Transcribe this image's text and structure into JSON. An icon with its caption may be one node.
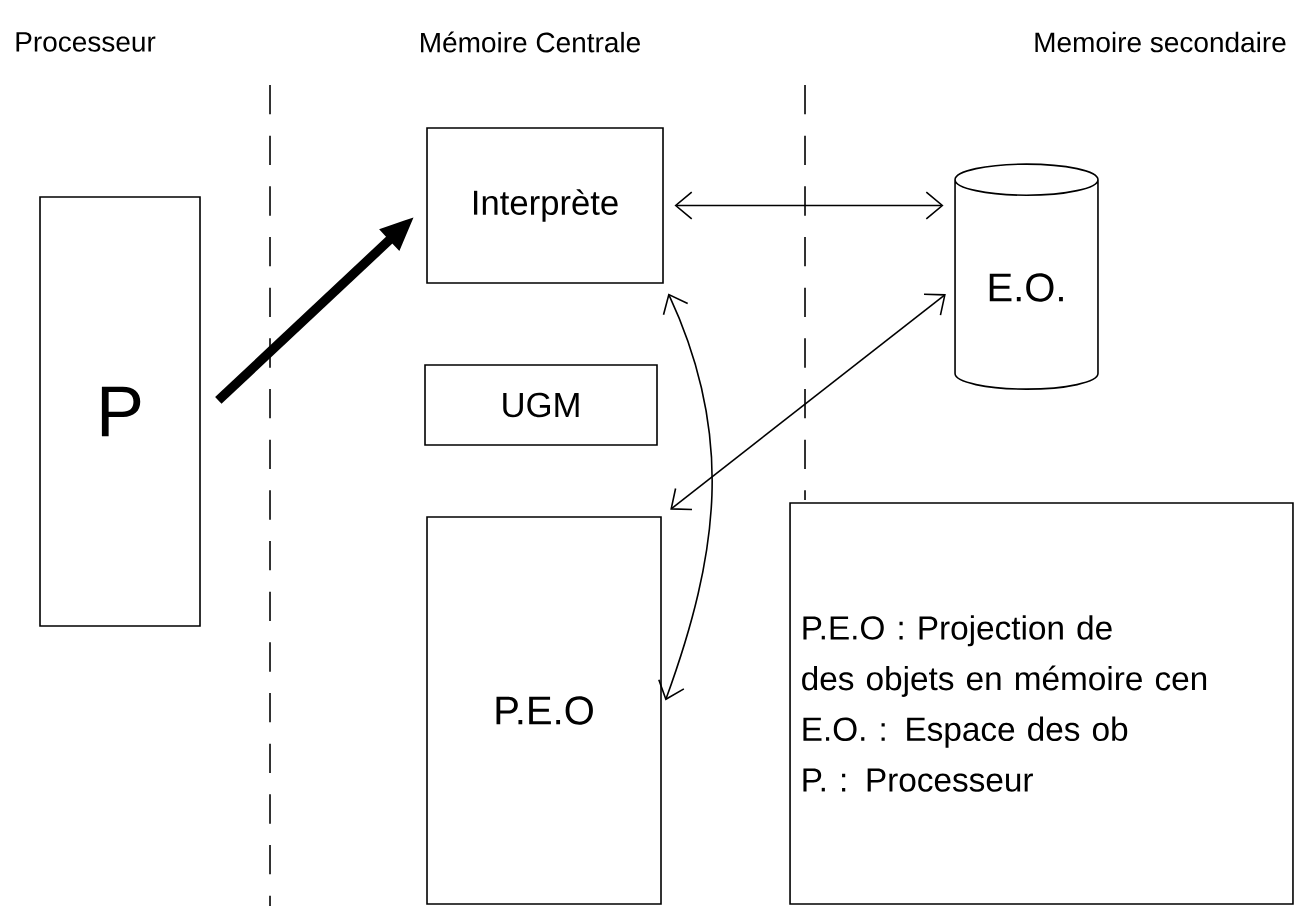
{
  "diagram": {
    "nodes": [
      {
        "text": [
          "P"
        ]
      },
      {
        "text": [
          "Interprète"
        ]
      },
      {
        "text": [
          "UGM"
        ]
      },
      {
        "text": [
          "P.E.O"
        ]
      },
      {
        "text": [
          "E.O."
        ]
      },
      {
        "text": [
          "P.E.O : Projection de",
          "des objets en mémoire cen",
          "E.O. : Espace des ob",
          "P. : Processeur"
        ]
      }
    ],
    "edges": [
      {
        "from": 0,
        "to": 1,
        "arrow": "to",
        "style": "thick"
      },
      {
        "from": 1,
        "to": 4,
        "arrow": "both"
      },
      {
        "from": 3,
        "to": 4,
        "arrow": "both"
      },
      {
        "from": 1,
        "to": 3,
        "arrow": "both"
      }
    ],
    "labels": [
      "Processeur",
      "Mémoire Centrale",
      "Memoire secondaire"
    ]
  }
}
